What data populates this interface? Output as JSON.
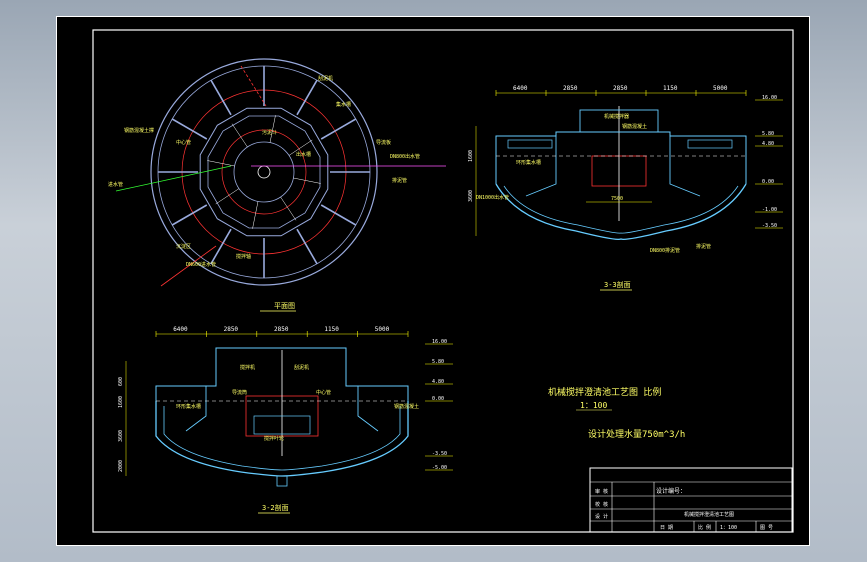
{
  "drawing": {
    "plan_view": {
      "caption": "平面图",
      "callouts": [
        "钢筋混凝土撑",
        "集水槽",
        "刮泥机",
        "中心管",
        "出水槽",
        "导流板",
        "排泥管",
        "进水管",
        "沉淀区",
        "DN800出水管",
        "DN600进水管",
        "搅拌轴",
        "污泥斗"
      ]
    },
    "section_33": {
      "caption": "3-3剖面",
      "dims": [
        "6400",
        "2850",
        "2850",
        "1150",
        "5000"
      ],
      "elevations": [
        "16.00",
        "5.80",
        "4.80",
        "0.00",
        "-1.00",
        "-3.50"
      ],
      "callouts": [
        "机械搅拌器",
        "钢筋混凝土",
        "环形集水槽",
        "DN1000出水管",
        "DN800排泥管",
        "排泥管"
      ],
      "side_dims": [
        "1600",
        "3600"
      ],
      "inner_dim": "7500"
    },
    "section_22": {
      "caption": "3-2剖面",
      "dims": [
        "6400",
        "2850",
        "2850",
        "1150",
        "5000"
      ],
      "elevations": [
        "16.00",
        "5.80",
        "4.80",
        "0.00",
        "-3.50",
        "-5.00"
      ],
      "callouts": [
        "搅拌机",
        "刮泥机",
        "环形集水槽",
        "钢筋混凝土",
        "搅拌叶轮",
        "导流筒",
        "中心管"
      ],
      "side_dims": [
        "600",
        "1600",
        "3600",
        "2000"
      ]
    },
    "notes": {
      "title": "机械搅拌澄清池工艺图   比例",
      "scale": "1：100",
      "capacity": "设计处理水量750m^3/h"
    },
    "title_block": {
      "design_no_label": "设计编号：",
      "rows": [
        "审 核",
        "校 核",
        "设 计"
      ],
      "drawing_name": "机械搅拌澄清池工艺图",
      "date_label": "日 期",
      "scale_label": "比 例",
      "scale_value": "1：100",
      "sheet_label": "图 号"
    }
  },
  "colors": {
    "background": "#000000",
    "frame": "#ffffff",
    "structure": "#66ccff",
    "dimension": "#ffff00",
    "red_line": "#ff3333",
    "green_line": "#33ff33",
    "magenta": "#ff55ff",
    "text": "#ffff66"
  }
}
